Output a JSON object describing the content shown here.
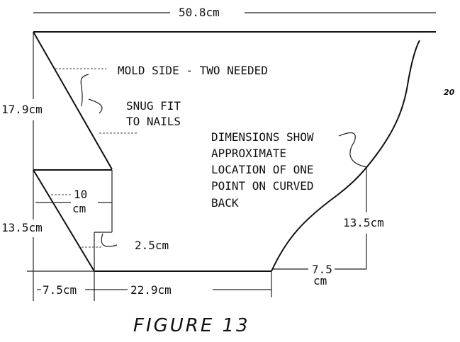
{
  "title": "MOLD SIDE - TWO NEEDED",
  "note_snug": [
    "SNUG FIT",
    "TO NAILS"
  ],
  "note_dimensions": [
    "DIMENSIONS SHOW",
    "APPROXIMATE",
    "LOCATION OF ONE",
    "POINT ON CURVED",
    "BACK"
  ],
  "dimensions": {
    "top_width": "50.8cm",
    "upper_height": "17.9cm",
    "lower_height": "13.5cm",
    "step_width_value": "10",
    "step_width_unit": "cm",
    "notch": "2.5cm",
    "bottom_left": "7.5cm",
    "bottom_length": "22.9cm",
    "curve_point_height": "13.5cm",
    "curve_point_offset_value": "7.5",
    "curve_point_offset_unit": "cm"
  },
  "page_number": "20",
  "caption": "FIGURE 13"
}
